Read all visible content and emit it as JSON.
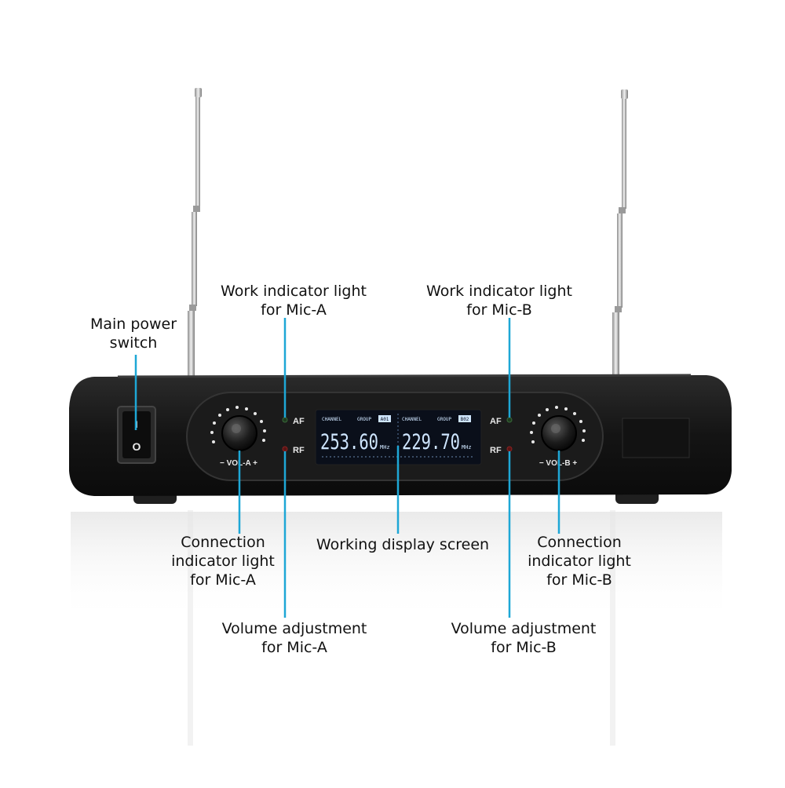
{
  "callouts": {
    "power_switch": [
      "Main power",
      "switch"
    ],
    "work_light_a": [
      "Work indicator light",
      "for Mic-A"
    ],
    "work_light_b": [
      "Work indicator light",
      "for Mic-B"
    ],
    "conn_light_a": [
      "Connection",
      "indicator light",
      "for Mic-A"
    ],
    "display": [
      "Working display screen"
    ],
    "conn_light_b": [
      "Connection",
      "indicator light",
      "for Mic-B"
    ],
    "vol_a": [
      "Volume adjustment",
      "for Mic-A"
    ],
    "vol_b": [
      "Volume adjustment",
      "for Mic-B"
    ]
  },
  "device": {
    "switch_on": "I",
    "switch_off": "O",
    "af": "AF",
    "rf": "RF",
    "vol_a": "− VOL-A +",
    "vol_b": "− VOL-B +",
    "channel": "CHANNEL",
    "group": "GROUP",
    "group_a": "A01",
    "group_b": "B02",
    "freq_a": "253.60",
    "freq_b": "229.70",
    "unit": "MHz"
  },
  "colors": {
    "callout_line": "#1ea7d6",
    "body": "#161616",
    "lcd": "#0a0f1a",
    "lcd_text": "#cfe6ff"
  }
}
